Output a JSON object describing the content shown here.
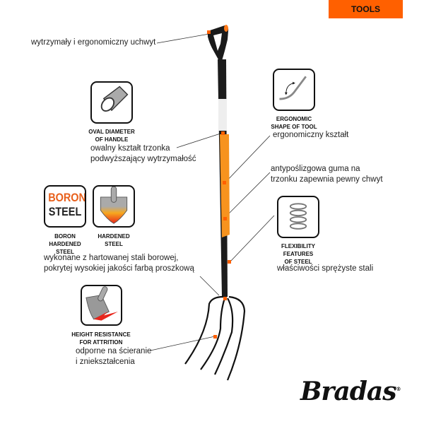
{
  "category_tag": "TOOLS",
  "brand": "Bradas",
  "features": {
    "handle": {
      "description": "wytrzymały i ergonomiczny uchwyt"
    },
    "oval": {
      "caption": [
        "OVAL DIAMETER",
        "OF HANDLE"
      ],
      "description": [
        "owalny kształt trzonka",
        "podwyższający wytrzymałość"
      ],
      "icon": "oval-tube-icon"
    },
    "steel": {
      "boron_icon_text": [
        "BORON",
        "STEEL"
      ],
      "boron_caption": [
        "BORON",
        "HARDENED",
        "STEEL"
      ],
      "hardened_caption": [
        "HARDENED",
        "STEEL"
      ],
      "description": [
        "wykonane z hartowanej stali borowej,",
        "pokrytej wysokiej jakości farbą proszkową"
      ]
    },
    "attrition": {
      "caption": [
        "HEIGHT RESISTANCE",
        "FOR ATTRITION"
      ],
      "description": [
        "odporne na ścieranie",
        "i zniekształcenia"
      ],
      "icon": "spade-impact-icon"
    },
    "ergonomic": {
      "caption": [
        "ERGONOMIC",
        "SHAPE OF TOOL"
      ],
      "description": "ergonomiczny kształt",
      "icon": "curved-tool-icon"
    },
    "grip": {
      "description": [
        "antypoślizgowa guma na",
        "trzonku zapewnia pewny chwyt"
      ]
    },
    "flex": {
      "caption": [
        "FLEXIBILITY",
        "FEATURES",
        "OF STEEL"
      ],
      "description": "właściwości sprężyste stali",
      "icon": "spring-icon"
    }
  },
  "colors": {
    "accent": "#ff6000",
    "handle": "#1a1a1a",
    "grip": "#f7931e"
  }
}
